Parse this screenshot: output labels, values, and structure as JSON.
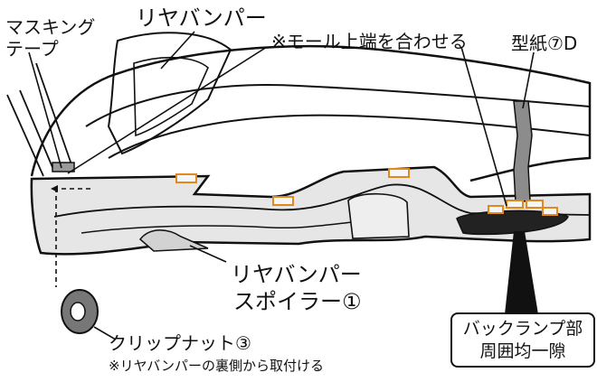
{
  "labels": {
    "masking_tape_line1": "マスキング",
    "masking_tape_line2": "テープ",
    "rear_bumper": "リヤバンパー",
    "align_note": "※モール上端を合わせる",
    "template": "型紙⑦D",
    "spoiler_line1": "リヤバンパー",
    "spoiler_line2": "スポイラー①",
    "clip_nut": "クリップナット③",
    "clip_nut_note": "※リヤバンパーの裏側から取付ける",
    "lamp_gap_line1": "バックランプ部",
    "lamp_gap_line2": "周囲均一隙"
  },
  "colors": {
    "line": "#111111",
    "tape": "#e08a1e",
    "template_fill": "#8c8c8c",
    "spoiler_fill": "#e6e6e6",
    "nut_fill": "#777777"
  }
}
